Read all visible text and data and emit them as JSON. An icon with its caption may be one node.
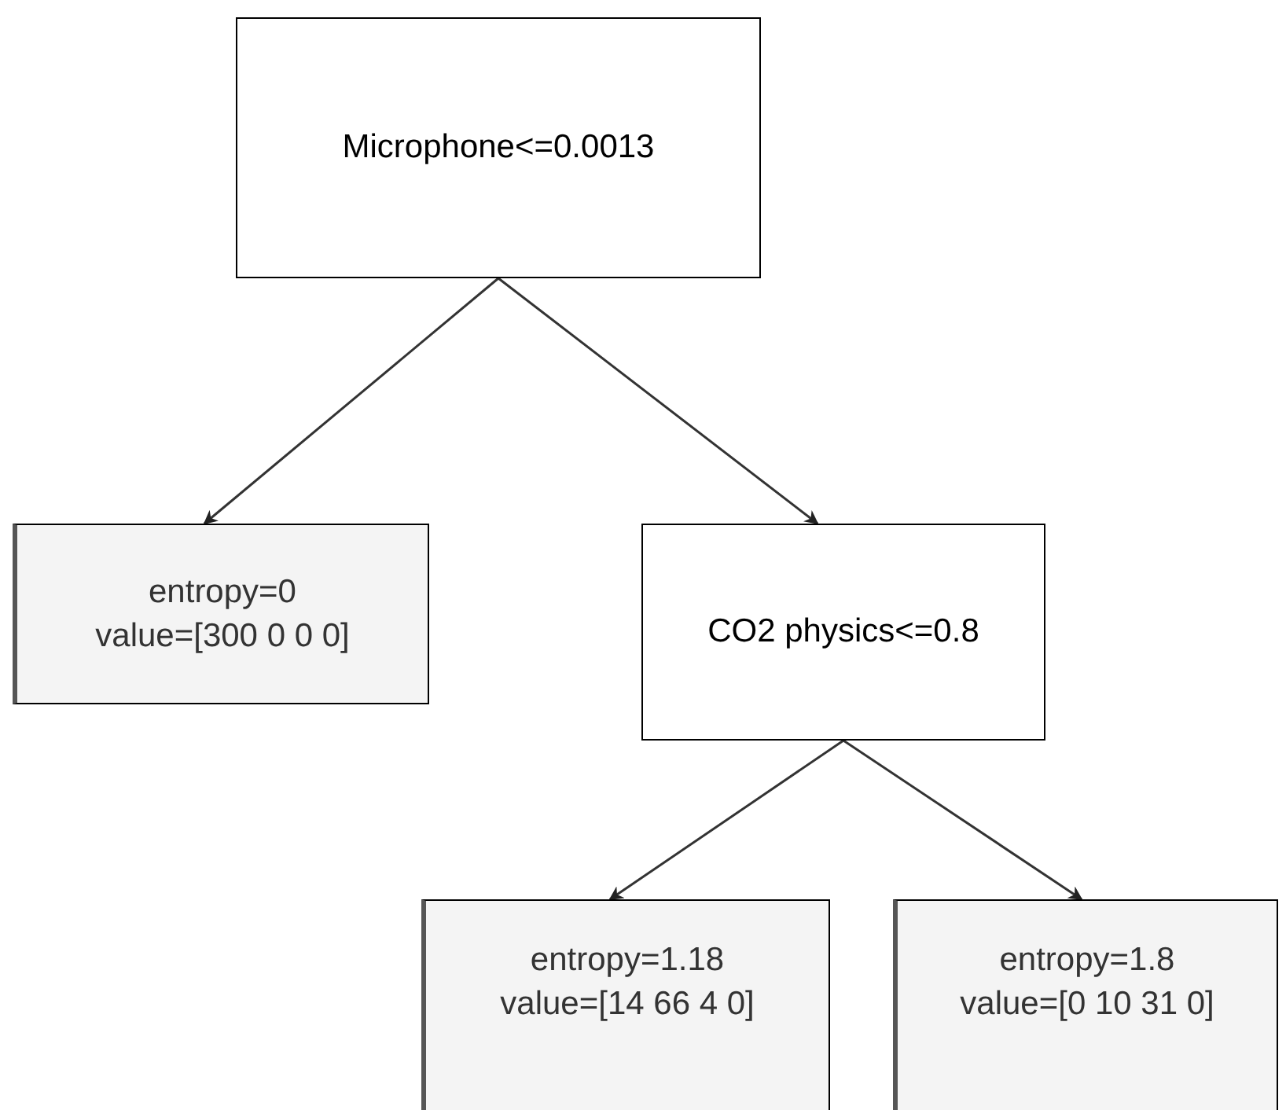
{
  "diagram": {
    "nodes": [
      {
        "text": [
          "Microphone<=0.0013"
        ]
      },
      {
        "text": [
          "entropy=0",
          "value=[300 0 0 0]"
        ]
      },
      {
        "text": [
          "CO2 physics<=0.8"
        ]
      },
      {
        "text": [
          "entropy=1.18",
          "value=[14 66 4 0]"
        ]
      },
      {
        "text": [
          "entropy=1.8",
          "value=[0 10 31 0]"
        ]
      }
    ],
    "edges": [
      {
        "from": 0,
        "to": 1,
        "arrow": "to"
      },
      {
        "from": 0,
        "to": 2,
        "arrow": "to"
      },
      {
        "from": 2,
        "to": 3,
        "arrow": "to"
      },
      {
        "from": 2,
        "to": 4,
        "arrow": "to"
      }
    ]
  }
}
